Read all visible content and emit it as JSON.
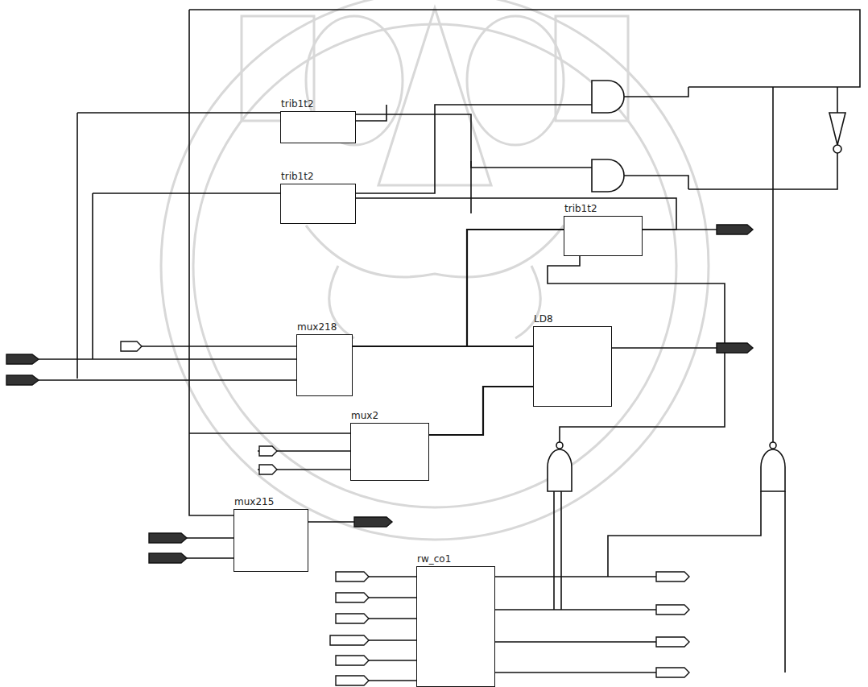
{
  "diagram": {
    "nodes": [
      {
        "text": [
          "trib1t2"
        ]
      },
      {
        "text": [
          "trib1t2"
        ]
      },
      {
        "text": [
          "trib1t2"
        ]
      },
      {
        "text": [
          "mux218"
        ]
      },
      {
        "text": [
          "LD8"
        ]
      },
      {
        "text": [
          "mux2"
        ]
      },
      {
        "text": [
          "mux215"
        ]
      },
      {
        "text": [
          "rw_co1"
        ]
      }
    ],
    "edges": [
      {
        "from": 3,
        "to": 4,
        "arrow": "none"
      },
      {
        "from": 3,
        "to": 2,
        "arrow": "none"
      },
      {
        "from": 5,
        "to": 4,
        "arrow": "none"
      }
    ]
  }
}
